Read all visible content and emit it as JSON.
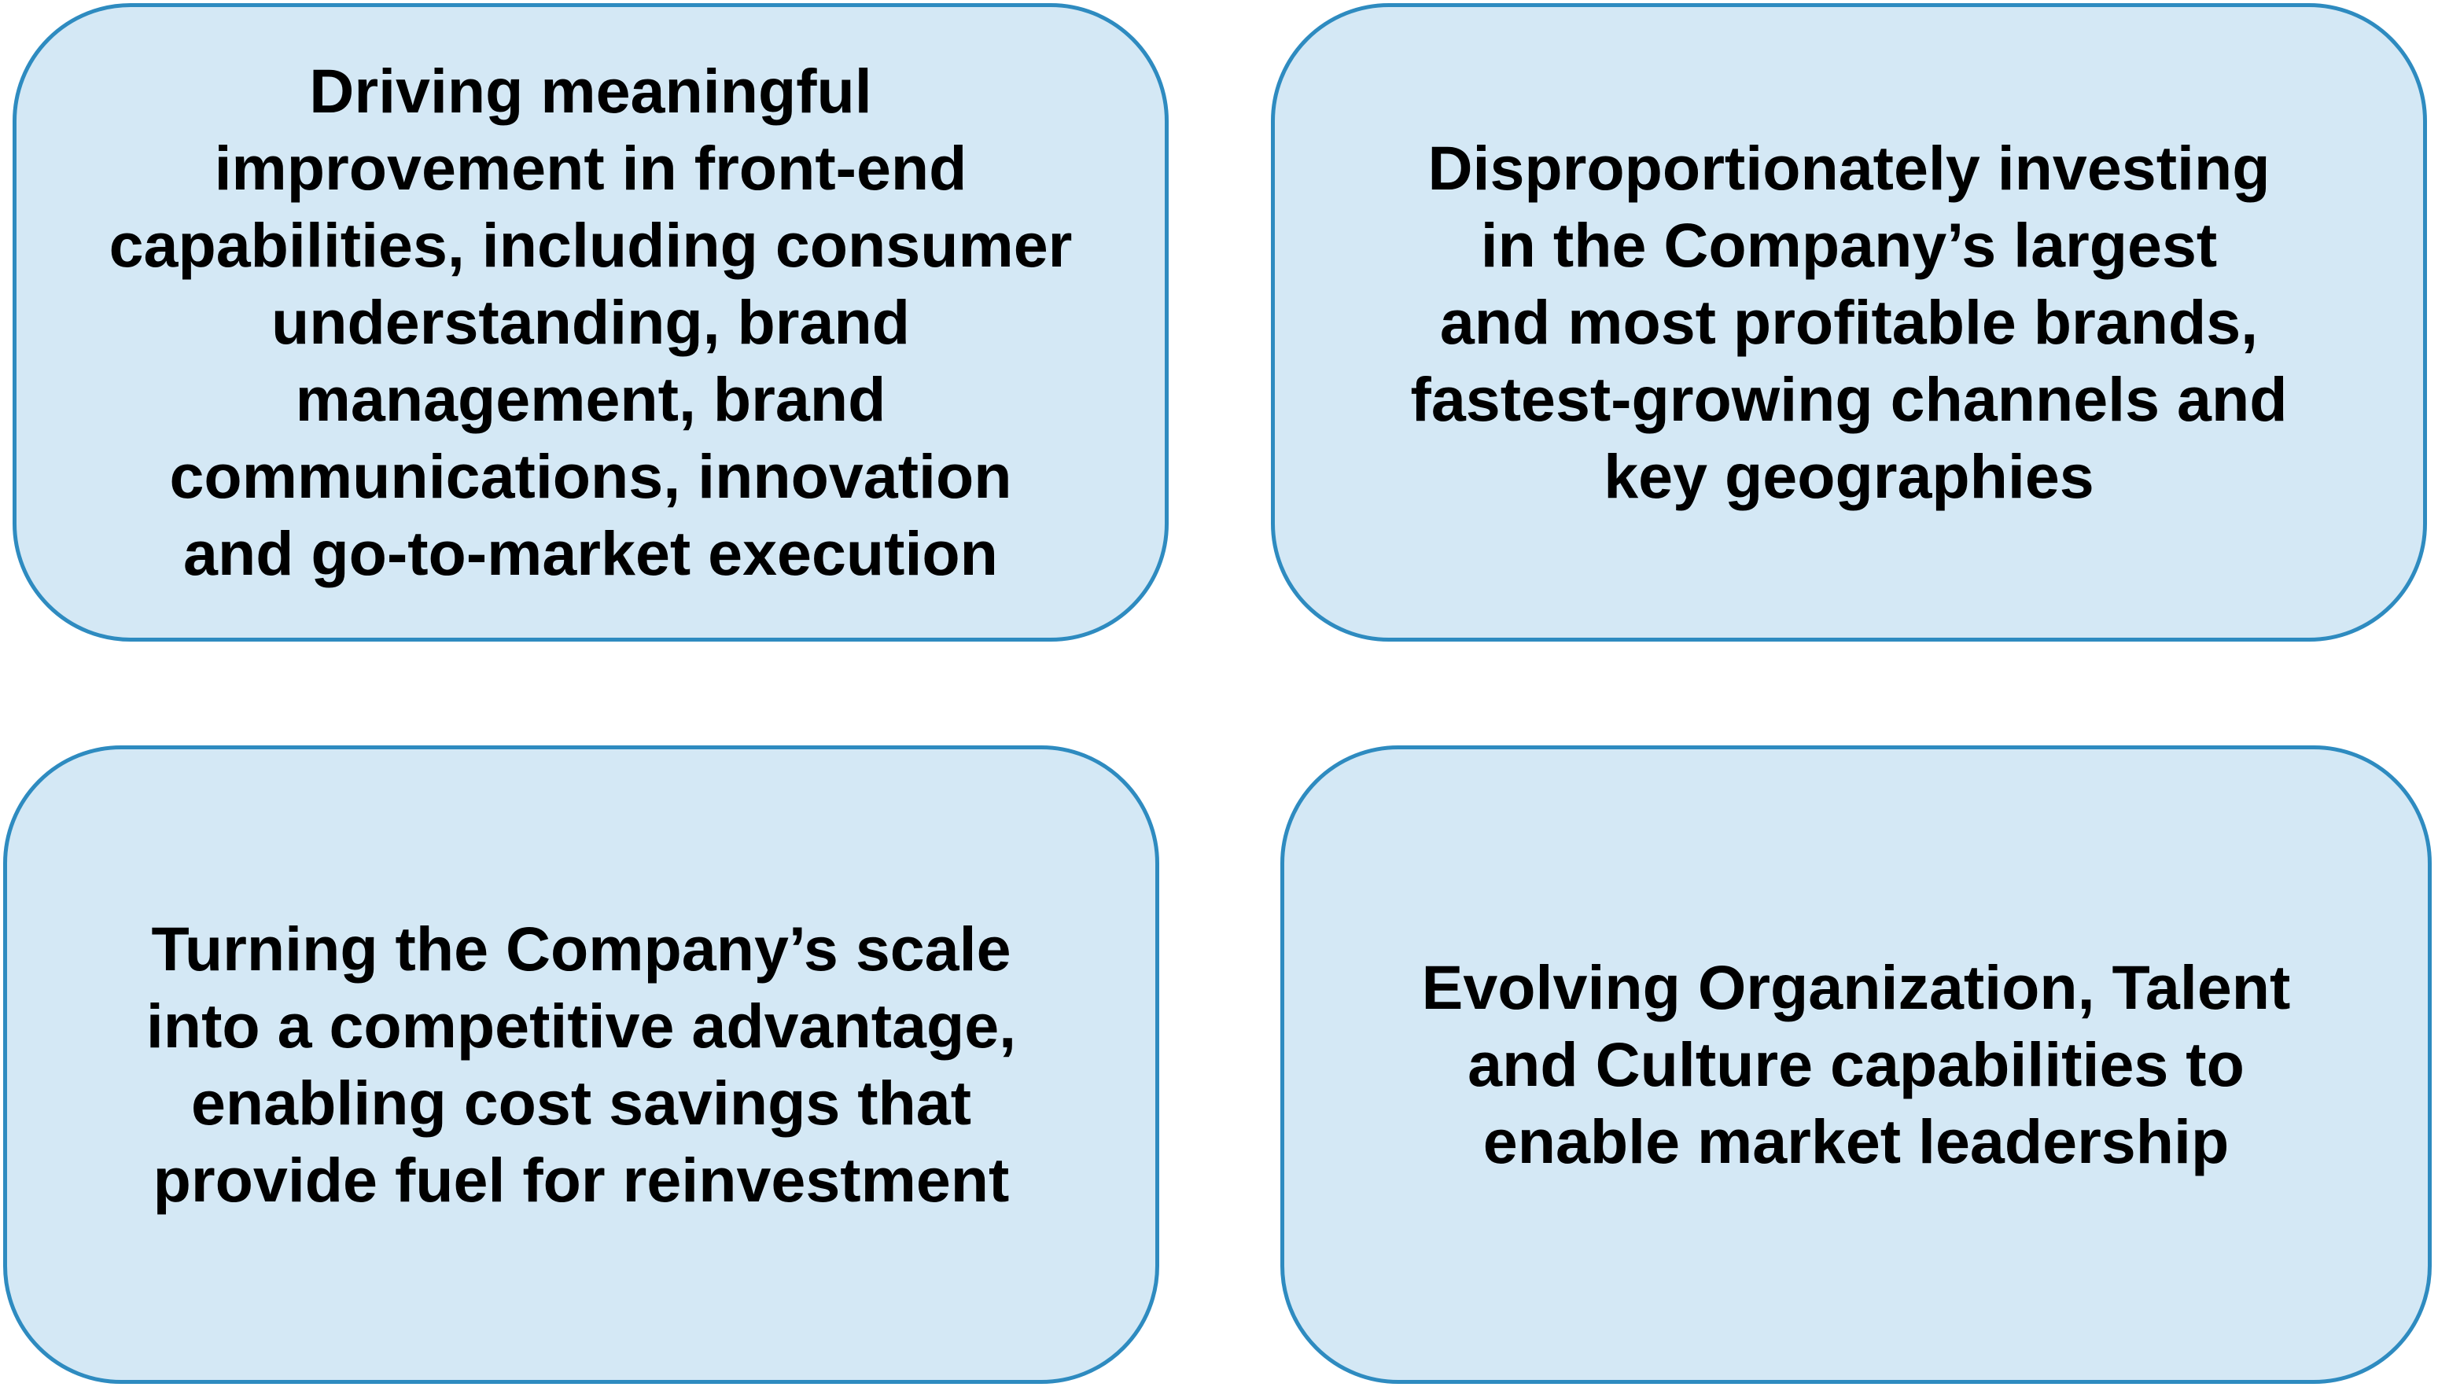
{
  "boxes": [
    {
      "lines": [
        "Driving meaningful",
        "improvement in front-end",
        "capabilities, including consumer",
        "understanding, brand",
        "management, brand",
        "communications, innovation",
        "and go-to-market execution"
      ]
    },
    {
      "lines": [
        "Disproportionately investing",
        "in the Company’s largest",
        "and most profitable brands,",
        "fastest-growing channels and",
        "key geographies"
      ]
    },
    {
      "lines": [
        "Turning the Company’s scale",
        "into a competitive advantage,",
        "enabling cost savings that",
        "provide fuel for reinvestment"
      ]
    },
    {
      "lines": [
        "Evolving Organization, Talent",
        "and Culture capabilities to",
        "enable market leadership"
      ]
    }
  ],
  "colors": {
    "box_fill": "#d4e8f5",
    "box_border": "#2e8bc0",
    "text": "#000000"
  }
}
